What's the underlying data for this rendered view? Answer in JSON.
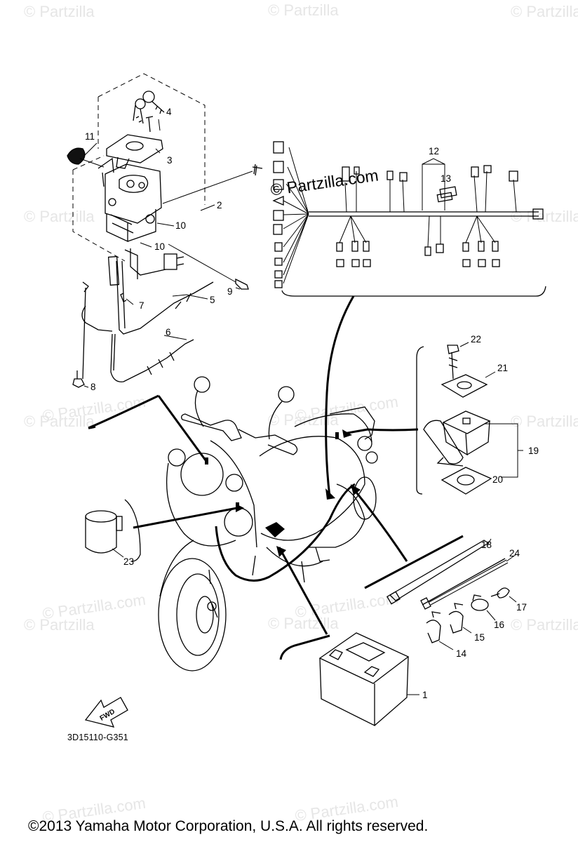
{
  "watermark": {
    "text": "© Partzilla",
    "text_com": "© Partzilla.com",
    "main": "© Partzilla.com"
  },
  "callouts": {
    "c1": "1",
    "c2": "2",
    "c3": "3",
    "c4": "4",
    "c5": "5",
    "c6": "6",
    "c7": "7",
    "c8": "8",
    "c9": "9",
    "c10a": "10",
    "c10b": "10",
    "c11": "11",
    "c12": "12",
    "c13": "13",
    "c14": "14",
    "c15": "15",
    "c16": "16",
    "c17": "17",
    "c18": "18",
    "c19": "19",
    "c20": "20",
    "c21": "21",
    "c22": "22",
    "c23": "23",
    "c24": "24"
  },
  "fwd_label": "FWD",
  "part_code": "3D15110-G351",
  "copyright": "©2013  Yamaha Motor Corporation, U.S.A. All rights reserved."
}
